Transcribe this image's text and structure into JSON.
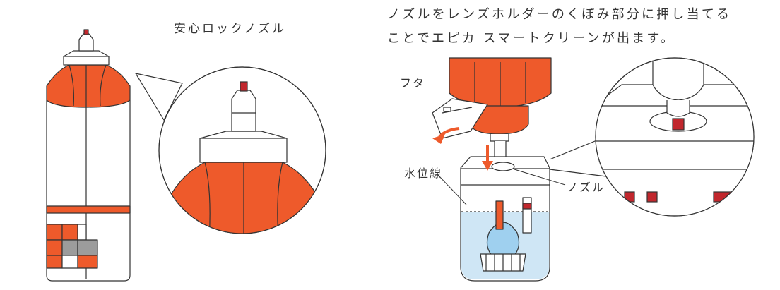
{
  "labels": {
    "nozzle_lock": "安心ロックノズル",
    "lid": "フタ",
    "water_level": "水位線",
    "nozzle": "ノズル"
  },
  "caption": {
    "line1": "ノズルをレンズホルダーのくぼみ部分に押し当てる",
    "line2": "ことでエピカ スマートクリーンが出ます。"
  },
  "colors": {
    "brand_orange": "#ee5a2b",
    "cap_red": "#c1272d",
    "outline": "#333333",
    "water": "#cfe6f5",
    "grey_square": "#9c9c9c"
  }
}
